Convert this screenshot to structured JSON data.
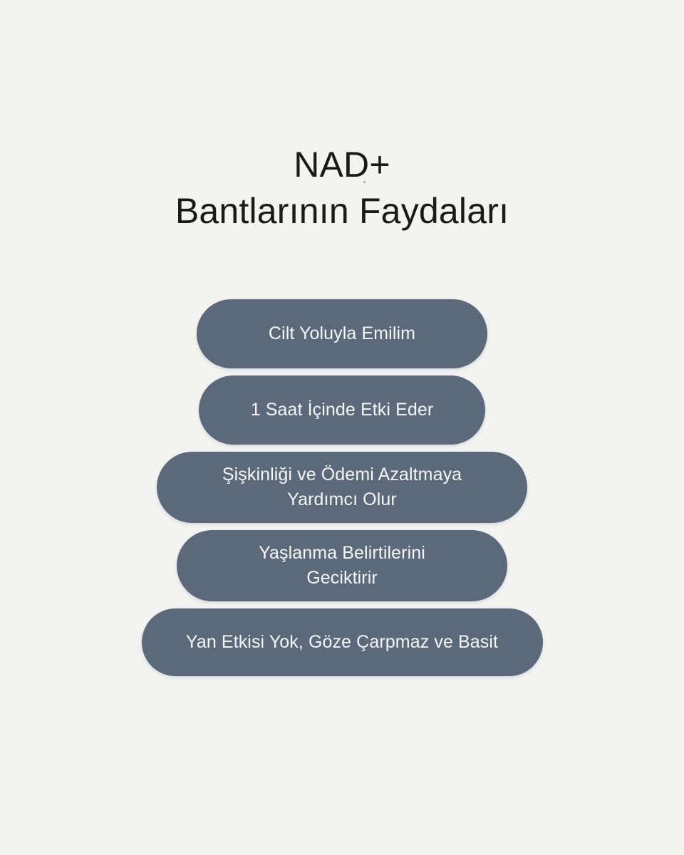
{
  "colors": {
    "background": "#f3f3f2",
    "pill_fill": "#5b697a",
    "pill_text": "#f4f6f7",
    "title_text": "#1a1a1a"
  },
  "title": {
    "line1": "NAD+",
    "line2": "Bantlarının Faydaları"
  },
  "benefits": [
    {
      "id": "cilt-yoluyla-emilim",
      "label": "Cilt Yoluyla Emilim"
    },
    {
      "id": "1-saat-icinde-etki-eder",
      "label": "1 Saat İçinde Etki Eder"
    },
    {
      "id": "siskinligi-ve-odemi-azaltmaya-yardimci-olur",
      "label": "Şişkinliği ve Ödemi Azaltmaya\nYardımcı Olur"
    },
    {
      "id": "yaslanma-belirtilerini-geciktirir",
      "label": "Yaşlanma Belirtilerini\nGeciktirir"
    },
    {
      "id": "yan-etkisi-yok-goze-carpmaz-ve-basit",
      "label": "Yan Etkisi Yok, Göze Çarpmaz ve Basit"
    }
  ]
}
